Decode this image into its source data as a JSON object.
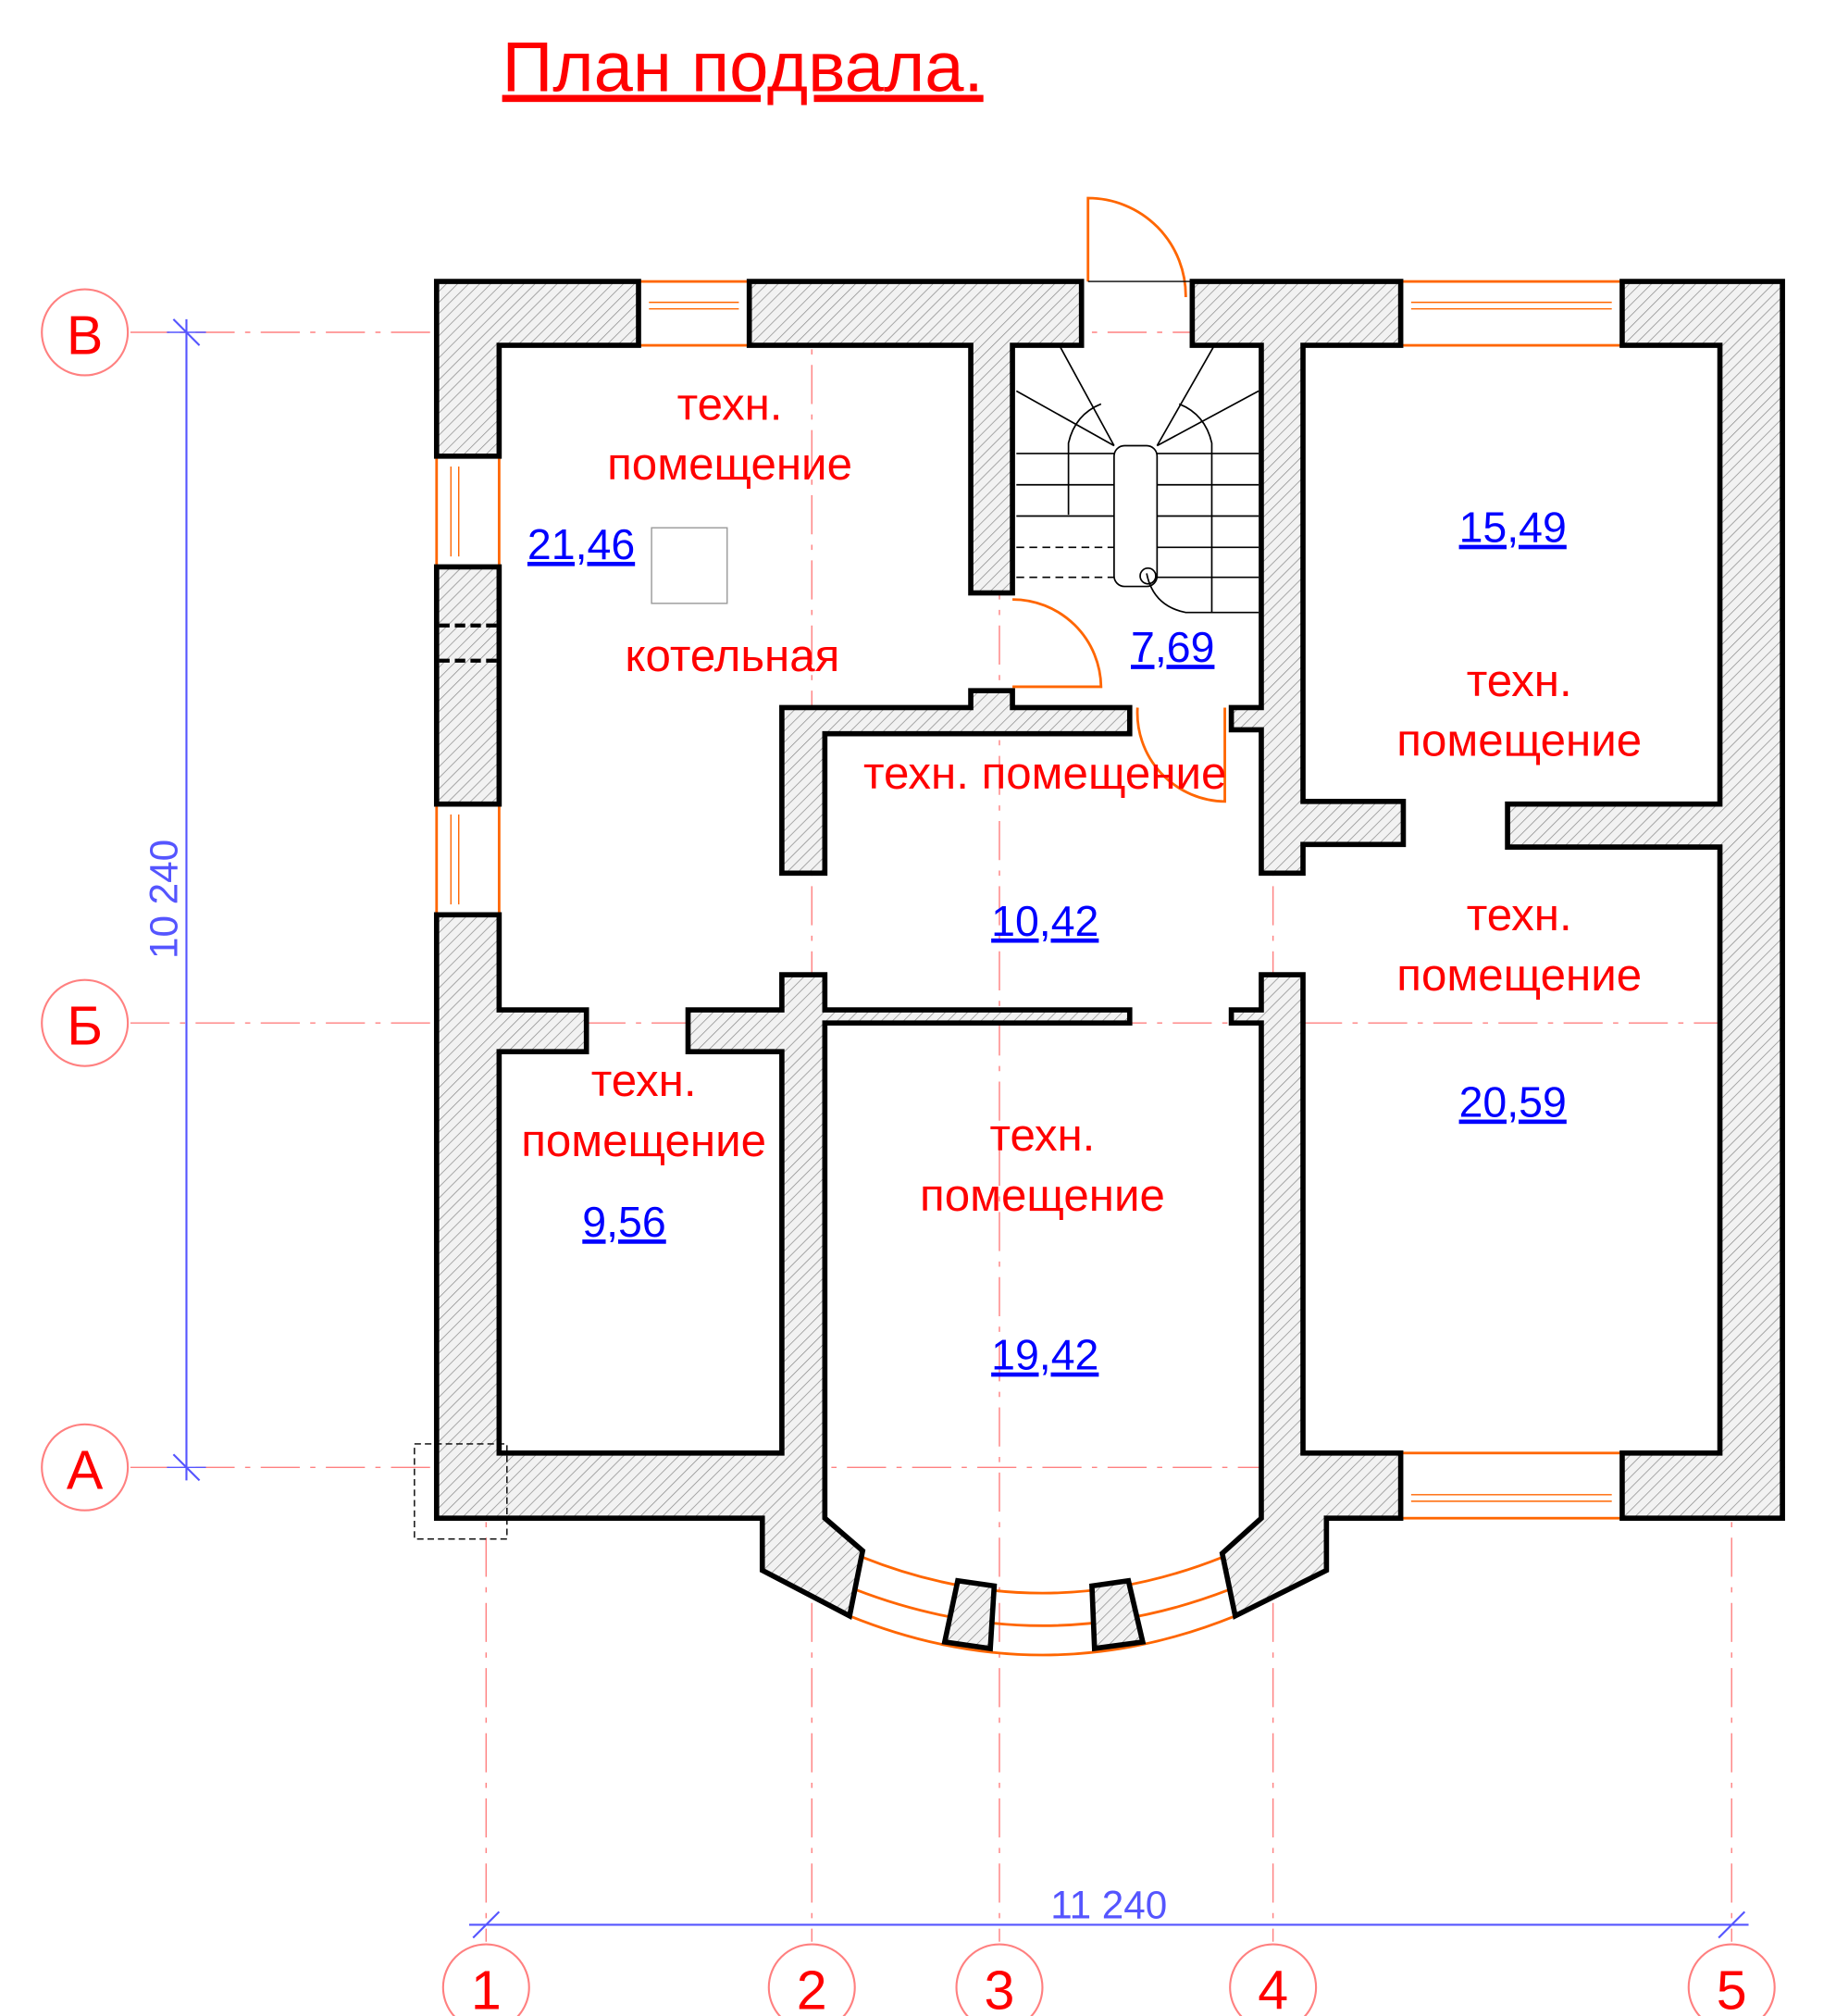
{
  "title": "План подвала.",
  "axes": {
    "rows": [
      "В",
      "Б",
      "А"
    ],
    "columns": [
      "1",
      "2",
      "3",
      "4",
      "5"
    ]
  },
  "dimensions": {
    "vertical": "10 240",
    "horizontal": "11 240"
  },
  "rooms": [
    {
      "name_line1": "техн.",
      "name_line2": "помещение",
      "name_line3": "котельная",
      "area": "21,46"
    },
    {
      "area": "7,69"
    },
    {
      "name_line1": "техн. помещение",
      "area": "10,42"
    },
    {
      "name_line1": "техн.",
      "name_line2": "помещение",
      "area": "15,49"
    },
    {
      "name_line1": "техн.",
      "name_line2": "помещение",
      "area": "20,59"
    },
    {
      "name_line1": "техн.",
      "name_line2": "помещение",
      "area": "9,56"
    },
    {
      "name_line1": "техн.",
      "name_line2": "помещение",
      "area": "19,42"
    }
  ],
  "colors": {
    "label": "#ff0000",
    "area": "#0000ff",
    "dimension": "#5555ff",
    "opening": "#ff6600"
  }
}
